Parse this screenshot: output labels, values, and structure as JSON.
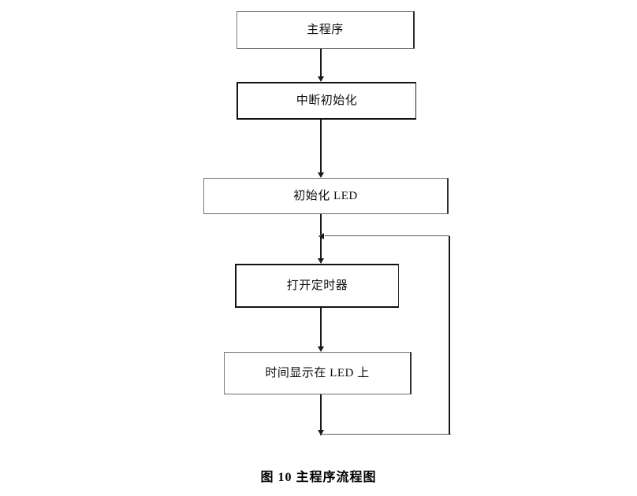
{
  "figure": {
    "caption": "图 10 主程序流程图",
    "type": "flowchart",
    "orientation": "top-to-bottom"
  },
  "nodes": [
    {
      "id": "main-program",
      "label": "主程序",
      "shape": "rectangle"
    },
    {
      "id": "interrupt-init",
      "label": "中断初始化",
      "shape": "rectangle"
    },
    {
      "id": "led-init",
      "label": "初始化 LED",
      "shape": "rectangle"
    },
    {
      "id": "timer-start",
      "label": "打开定时器",
      "shape": "rectangle"
    },
    {
      "id": "led-display",
      "label": "时间显示在 LED 上",
      "shape": "rectangle"
    }
  ],
  "edges": [
    {
      "from": "main-program",
      "to": "interrupt-init",
      "kind": "arrow-down"
    },
    {
      "from": "interrupt-init",
      "to": "led-init",
      "kind": "arrow-down"
    },
    {
      "from": "led-init",
      "to": "timer-start",
      "kind": "arrow-down"
    },
    {
      "from": "timer-start",
      "to": "led-display",
      "kind": "arrow-down"
    },
    {
      "from": "led-display",
      "to": "timer-start",
      "kind": "loop-back"
    }
  ],
  "colors": {
    "background": "#ffffff",
    "line": "#1a1a1a",
    "box_border": "#4a4a4a",
    "text": "#000000"
  }
}
